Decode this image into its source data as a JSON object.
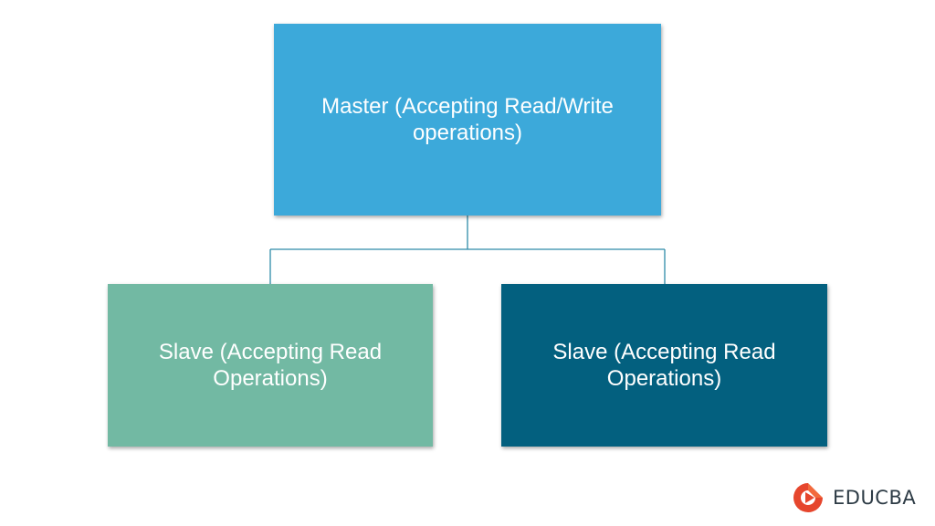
{
  "diagram": {
    "master": {
      "line1": "Master (Accepting Read/Write",
      "line2": "operations)",
      "color": "#3ca9da"
    },
    "slaves": [
      {
        "line1": "Slave (Accepting Read",
        "line2": "Operations)",
        "color": "#72b9a3"
      },
      {
        "line1": "Slave (Accepting Read",
        "line2": "Operations)",
        "color": "#03607f"
      }
    ],
    "connector_color": "#2e8ba9"
  },
  "logo": {
    "text": "EDUCBA",
    "mark_color": "#e6462d"
  }
}
